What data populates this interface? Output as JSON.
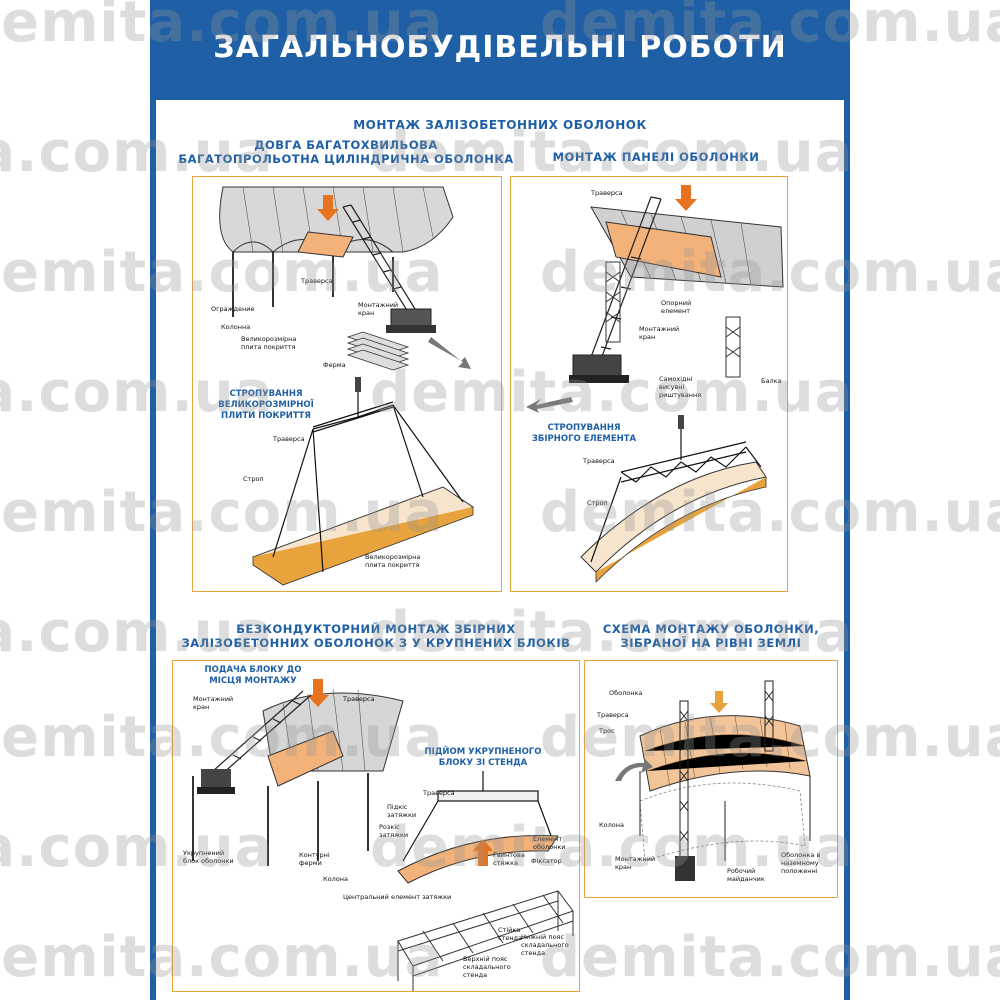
{
  "title": "ЗАГАЛЬНОБУДІВЕЛЬНІ РОБОТИ",
  "watermark": "demita.com.ua",
  "section_top": "МОНТАЖ ЗАЛІЗОБЕТОННИХ ОБОЛОНОК",
  "panels": {
    "p1": {
      "heading_line1": "ДОВГА БАГАТОХВИЛЬОВА",
      "heading_line2": "БАГАТОПРОЛЬОТНА ЦИЛІНДРИЧНА ОБОЛОНКА",
      "caption": "СТРОПУВАННЯ ВЕЛИКОРОЗМІРНОЇ ПЛИТИ ПОКРИТТЯ",
      "labels": {
        "traversa": "Траверса",
        "ograzhdenie": "Ограждение",
        "montazhnyi_kran": "Монтажний кран",
        "kolonna": "Колонна",
        "plyta": "Великорозмірна плита покриття",
        "ferma": "Ферма",
        "traversa2": "Траверса",
        "strop": "Строп",
        "plyta2": "Великорозмірна плита покриття"
      }
    },
    "p2": {
      "heading": "МОНТАЖ ПАНЕЛІ ОБОЛОНКИ",
      "caption": "СТРОПУВАННЯ ЗБІРНОГО ЕЛЕМЕНТА",
      "labels": {
        "traversa": "Траверса",
        "opornyi": "Опорний елемент",
        "montazhnyi_kran": "Монтажний кран",
        "rishtuvannia": "Самохідні висувні риштування",
        "balka": "Балка",
        "traversa2": "Траверса",
        "strop": "Строп"
      }
    },
    "p3": {
      "heading_line1": "БЕЗКОНДУКТОРНИЙ МОНТАЖ ЗБІРНИХ",
      "heading_line2": "ЗАЛІЗОБЕТОННИХ ОБОЛОНОК З У КРУПНЕНИХ БЛОКІВ",
      "caption1": "ПОДАЧА БЛОКУ ДО МІСЦЯ МОНТАЖУ",
      "caption2": "ПІДЙОМ УКРУПНЕНОГО БЛОКУ ЗІ СТЕНДА",
      "labels": {
        "montazhnyi_kran": "Монтажний кран",
        "traversa": "Траверса",
        "ukrupnenyi": "Укрупнений блок оболонки",
        "konturni": "Контурні ферми",
        "kolonna": "Колона",
        "traversa2": "Траверса",
        "pidkis": "Підкіс затяжки",
        "rozkis": "Розкіс затяжки",
        "element": "Елемент оболонки",
        "gvyntova": "Гвинтова стяжка",
        "fiksator": "Фіксатор",
        "tsentralnyi": "Центральний елемент затяжки",
        "stiika": "Стійка стенда",
        "nyzhnii": "Нижній пояс складального стенда",
        "verkhnii": "Верхній пояс складального стенда"
      }
    },
    "p4": {
      "heading_line1": "СХЕМА МОНТАЖУ ОБОЛОНКИ,",
      "heading_line2": "ЗІБРАНОЇ НА РІВНІ ЗЕМЛІ",
      "labels": {
        "obolonka": "Оболонка",
        "traversa": "Траверса",
        "tros": "Трос",
        "kolona": "Колона",
        "montazhnyi_kran": "Монтажний кран",
        "robochyi": "Робочий майданчик",
        "obolonka_nazemna": "Оболонка в наземному положенні"
      }
    }
  },
  "colors": {
    "brand_blue": "#1e5fa6",
    "panel_border": "#e8a33c",
    "shell_orange": "#f2b27a",
    "arrow_orange": "#e8731e"
  }
}
